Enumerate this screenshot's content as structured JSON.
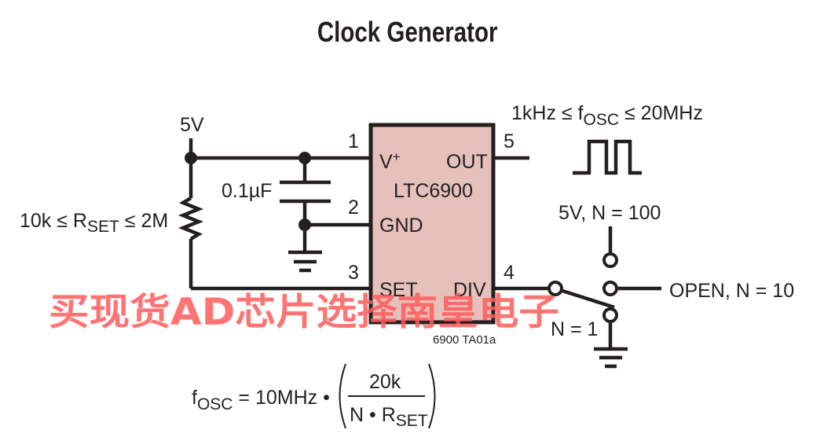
{
  "title": "Clock Generator",
  "supply": {
    "label": "5V"
  },
  "resistor": {
    "label_prefix": "10k ≤ R",
    "label_sub": "SET",
    "label_suffix": " ≤ 2M"
  },
  "capacitor": {
    "label": "0.1µF"
  },
  "chip": {
    "name": "LTC6900",
    "fill_color": "#e6c1bc",
    "pins": [
      {
        "number": "1",
        "name": "V",
        "sup": "+"
      },
      {
        "number": "2",
        "name": "GND"
      },
      {
        "number": "3",
        "name": "SET"
      },
      {
        "number": "4",
        "name": "DIV"
      },
      {
        "number": "5",
        "name": "OUT"
      }
    ]
  },
  "output": {
    "range_prefix": "1kHz ≤ f",
    "range_sub": "OSC",
    "range_suffix": " ≤ 20MHz"
  },
  "switch": {
    "positions": [
      {
        "label": "5V, N = 100"
      },
      {
        "label": "OPEN, N = 10"
      },
      {
        "label": "N = 1"
      }
    ]
  },
  "figure_id": "6900 TA01a",
  "formula": {
    "lhs": "f",
    "lhs_sub": "OSC",
    "eq": " = 10MHz •",
    "numerator": "20k",
    "denominator_prefix": "N • R",
    "denominator_sub": "SET"
  },
  "watermark": {
    "text": "买现货AD芯片选择南皇电子",
    "color": "#ff5a5a"
  }
}
